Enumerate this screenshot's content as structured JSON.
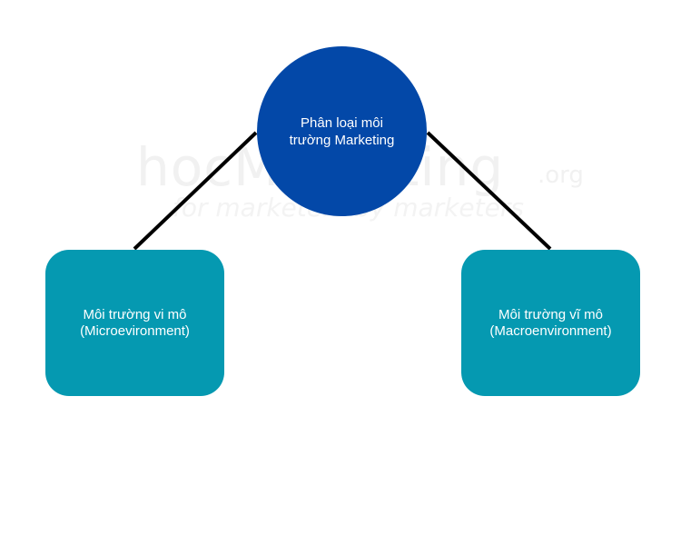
{
  "watermark": {
    "brand": "hocMarketing",
    "tld": ".org",
    "tagline": "for marketers by marketers"
  },
  "diagram": {
    "root": {
      "line1": "Phân loại môi",
      "line2": "trường Marketing"
    },
    "children": [
      {
        "line1": "Môi trường vi mô",
        "line2": "(Microevironment)"
      },
      {
        "line1": "Môi trường vĩ mô",
        "line2": "(Macroenvironment)"
      }
    ]
  },
  "colors": {
    "root_fill": "#0348a8",
    "child_fill": "#0599b1",
    "connector": "#000000",
    "text": "#ffffff"
  }
}
